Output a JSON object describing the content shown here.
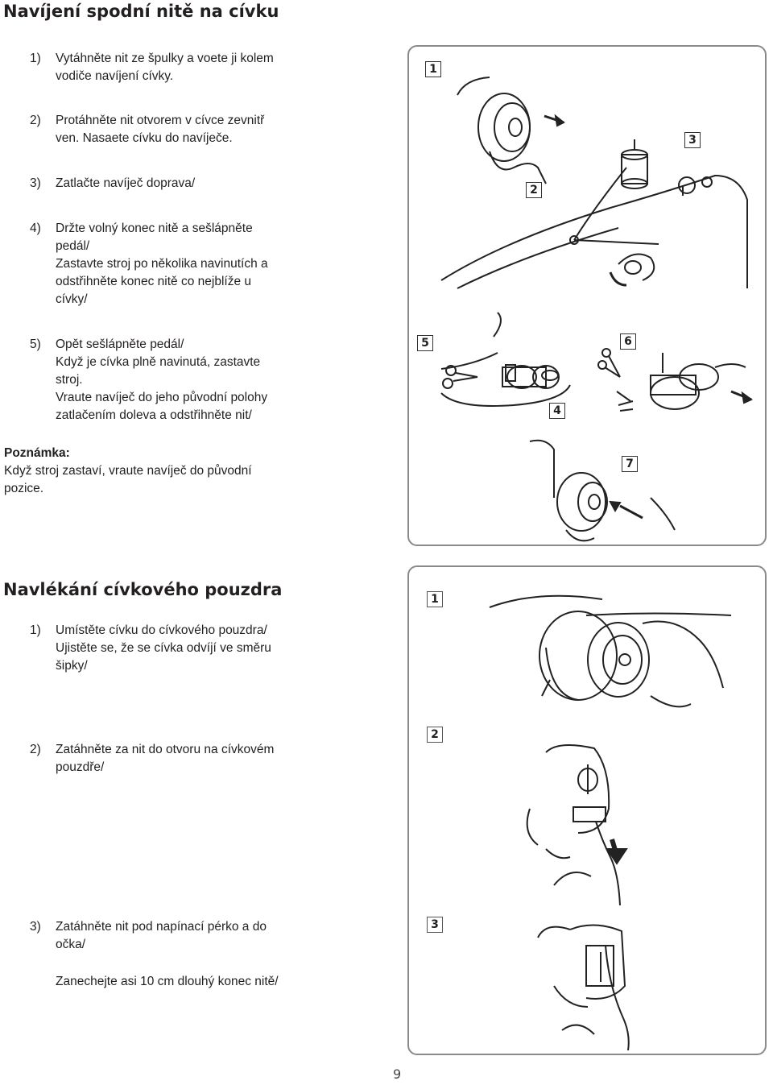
{
  "section1": {
    "title": "Navíjení spodní nitě na cívku",
    "steps": [
      {
        "num": "1)",
        "lines": [
          "Vytáhněte nit ze špulky a voete ji kolem",
          "vodiče navíjení cívky."
        ]
      },
      {
        "num": "2)",
        "lines": [
          "Protáhněte nit otvorem v cívce zevnitř",
          "ven. Nasaete cívku do navíječe."
        ]
      },
      {
        "num": "3)",
        "lines": [
          "Zatlačte navíječ doprava/"
        ]
      },
      {
        "num": "4)",
        "lines": [
          "Držte volný konec nitě a sešlápněte",
          "pedál/",
          "Zastavte stroj po několika navinutích a",
          "odstřihněte konec nitě co nejblíže u",
          "cívky/"
        ]
      },
      {
        "num": "5)",
        "lines": [
          "Opět sešlápněte pedál/",
          "Když je cívka plně navinutá, zastavte",
          "stroj.",
          "Vraute navíječ do jeho původní polohy",
          "zatlačením doleva a odstřihněte nit/"
        ]
      }
    ],
    "note_title": "Poznámka:",
    "note_lines": [
      "Když stroj zastaví, vraute navíječ do původní",
      "pozice."
    ],
    "figure_labels": [
      "1",
      "2",
      "3",
      "4",
      "5",
      "6",
      "7"
    ]
  },
  "section2": {
    "title": "Navlékání cívkového pouzdra",
    "steps": [
      {
        "num": "1)",
        "lines": [
          "Umístěte cívku do cívkového pouzdra/",
          "Ujistěte se, že se cívka odvíjí ve směru",
          "šipky/"
        ]
      },
      {
        "num": "2)",
        "lines": [
          "Zatáhněte za nit do otvoru na cívkovém",
          "pouzdře/"
        ]
      },
      {
        "num": "3)",
        "lines": [
          "Zatáhněte nit pod napínací pérko a do",
          "očka/"
        ]
      }
    ],
    "extra_line": "Zanechejte asi 10 cm dlouhý konec nitě/",
    "figure_labels": [
      "1",
      "2",
      "3"
    ]
  },
  "page_number": "9"
}
